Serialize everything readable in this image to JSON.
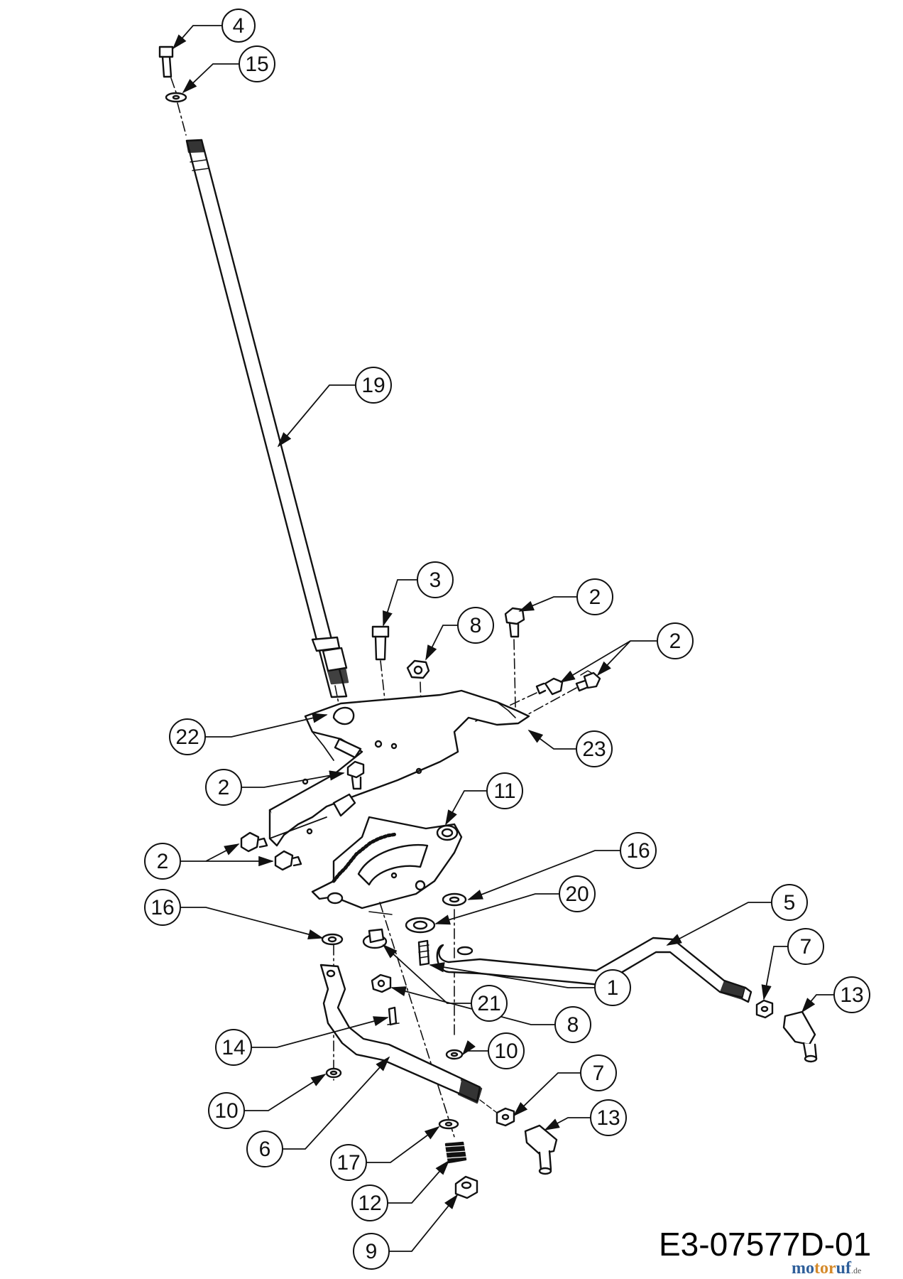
{
  "drawing": {
    "code": "E3-07577D-01",
    "watermark": {
      "part1": "mo",
      "part2": "tor",
      "part3": "uf",
      "suffix": ".de"
    }
  },
  "callouts": [
    {
      "id": "c-4",
      "label": "4"
    },
    {
      "id": "c-15",
      "label": "15"
    },
    {
      "id": "c-19",
      "label": "19"
    },
    {
      "id": "c-3",
      "label": "3"
    },
    {
      "id": "c-8a",
      "label": "8"
    },
    {
      "id": "c-2a",
      "label": "2"
    },
    {
      "id": "c-2b",
      "label": "2"
    },
    {
      "id": "c-22",
      "label": "22"
    },
    {
      "id": "c-23",
      "label": "23"
    },
    {
      "id": "c-2c",
      "label": "2"
    },
    {
      "id": "c-11",
      "label": "11"
    },
    {
      "id": "c-2d",
      "label": "2"
    },
    {
      "id": "c-16a",
      "label": "16"
    },
    {
      "id": "c-16b",
      "label": "16"
    },
    {
      "id": "c-20",
      "label": "20"
    },
    {
      "id": "c-5",
      "label": "5"
    },
    {
      "id": "c-7a",
      "label": "7"
    },
    {
      "id": "c-13a",
      "label": "13"
    },
    {
      "id": "c-1",
      "label": "1"
    },
    {
      "id": "c-21",
      "label": "21"
    },
    {
      "id": "c-8b",
      "label": "8"
    },
    {
      "id": "c-14",
      "label": "14"
    },
    {
      "id": "c-10a",
      "label": "10"
    },
    {
      "id": "c-10b",
      "label": "10"
    },
    {
      "id": "c-7b",
      "label": "7"
    },
    {
      "id": "c-13b",
      "label": "13"
    },
    {
      "id": "c-6",
      "label": "6"
    },
    {
      "id": "c-17",
      "label": "17"
    },
    {
      "id": "c-12",
      "label": "12"
    },
    {
      "id": "c-9",
      "label": "9"
    }
  ]
}
